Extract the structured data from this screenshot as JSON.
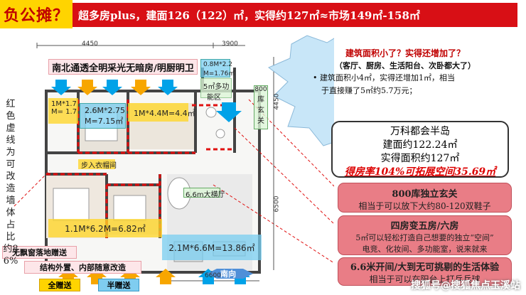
{
  "header": {
    "tag": "负公摊？",
    "bar": "超多房plus，建面126（122）㎡，实得约127㎡≈市场149㎡-158㎡"
  },
  "dims": {
    "top_left": "4450",
    "top_right": "3900",
    "right_upper": "4450",
    "right_lower": "6500",
    "bottom": "6600"
  },
  "plan": {
    "top_banner": "南北通透全明采光无暗房/明厨明卫",
    "room1": [
      "1M*1.7",
      "M= 1.7"
    ],
    "room2": [
      "2.6M*2.75",
      "M=7.15㎡"
    ],
    "room3": "1M*4.4M=4.4㎡",
    "bay": [
      "0.8M*2.2",
      "M=1.76㎡"
    ],
    "multi": [
      "5㎡多功",
      "能区"
    ],
    "entrance": [
      "800",
      "库",
      "玄",
      "关"
    ],
    "wardrobe": "步入衣帽间",
    "hall": "6.6m大横厅",
    "bottom_left": "1.1M*6.2M=6.82㎡",
    "bottom_right": "2.1M*6.6M=13.86㎡",
    "south": "南向",
    "window": "无飘窗落地赠送",
    "struct": "结构外置、内部随意改造",
    "legend_full": "全赠送",
    "legend_half": "半赠送"
  },
  "side_note": "红色虚线为可改造墙体占比约86%",
  "cloud": {
    "title": "建筑面积小了？实得还增加了？",
    "sub": "（客厅、厨房、生活阳台、次卧都大了）",
    "bullet_1": "建筑面积小4㎡，实得还增加1㎡，相当",
    "bullet_2": "于直接赚了5㎡约5.7万元；"
  },
  "project": {
    "name": "万科都会半岛",
    "area": "建面约122.24㎡",
    "actual": "实得面积约127㎡",
    "rate": "得房率104%可拓展空间35.69㎡"
  },
  "features": [
    {
      "title": "800库独立玄关",
      "desc": "相当于可以放下大约80-120双鞋子"
    },
    {
      "title": "四房变五房/六房",
      "desc": "5㎡可以轻松打造自己想要的独立“空间”",
      "desc2": "电竞、化妆间、多功能室，说来就来"
    },
    {
      "title": "6.6米开间/大到无可挑剔的生活体验",
      "desc": "相当于可以在阳台上打乒乓球"
    }
  ],
  "watermark": "搜狐号@搜狐焦点玉溪站",
  "colors": {
    "red_header": "#d80f15",
    "yellow": "#ffd400",
    "pink_box": "#e97d86",
    "cloud": "#c8e6f8",
    "blue_arrow": "#00a2e8",
    "orange_arrow": "#f7a600"
  }
}
